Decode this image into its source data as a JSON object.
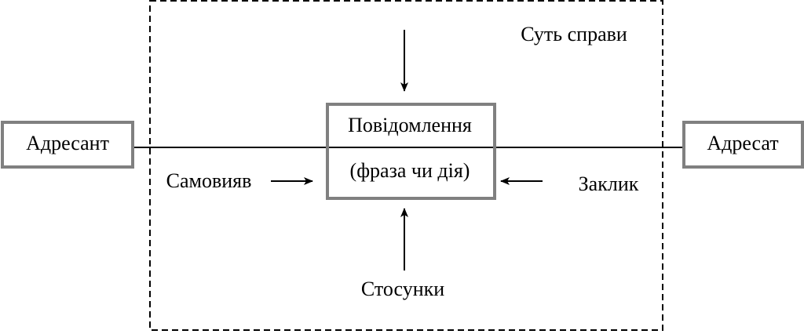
{
  "diagram": {
    "addresser": "Адресант",
    "addressee": "Адресат",
    "message": {
      "line1": "Повідомлення",
      "line2": "(фраза чи дія)"
    },
    "essence": "Суть справи",
    "self_expression": "Самовияв",
    "appeal": "Заклик",
    "relations": "Стосунки"
  },
  "colors": {
    "line": "#000000",
    "box_border": "#808080",
    "background": "#ffffff"
  }
}
